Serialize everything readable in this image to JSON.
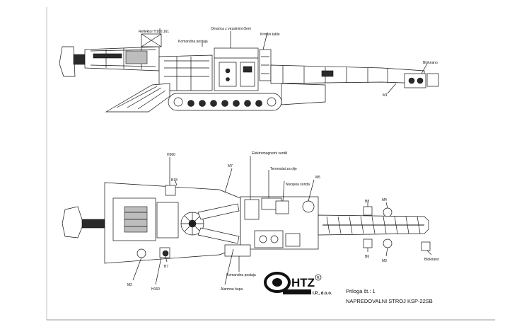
{
  "side_view": {
    "labels": {
      "reflektor": "Reflektor H160.161",
      "omarica": "Omarica z vezalnimi členi",
      "krmilni_tablo": "Krmilni tablo",
      "komandna_postaja": "Komandna postaja",
      "blokiranje": "Blokirano",
      "m1": "M1"
    }
  },
  "top_view": {
    "labels": {
      "h560": "H560",
      "m7": "M7",
      "elektromagnetni_ventili": "Elektromagnetni ventili",
      "termostat": "Termostat za olje",
      "m5": "M5",
      "nivojska_sonda": "Nivojska sonda",
      "b8": "B8",
      "m4": "M4",
      "b18": "B18",
      "b7": "B7",
      "m2": "M2",
      "h160": "H160",
      "komandna_postaja": "Komandna postaja",
      "alarmna_hupa": "Alarmna hupa",
      "b6": "B6",
      "m3": "M3",
      "blokiranje": "Blokirano"
    }
  },
  "logo": {
    "letters": "HTZ",
    "company_line": "I.P., d.o.o.",
    "registered": "R"
  },
  "caption": {
    "appendix": "Priloga št.: 1",
    "title": "NAPREDOVALNI STROJ KSP-22SB"
  },
  "colors": {
    "ink": "#111111",
    "paper": "#ffffff"
  }
}
